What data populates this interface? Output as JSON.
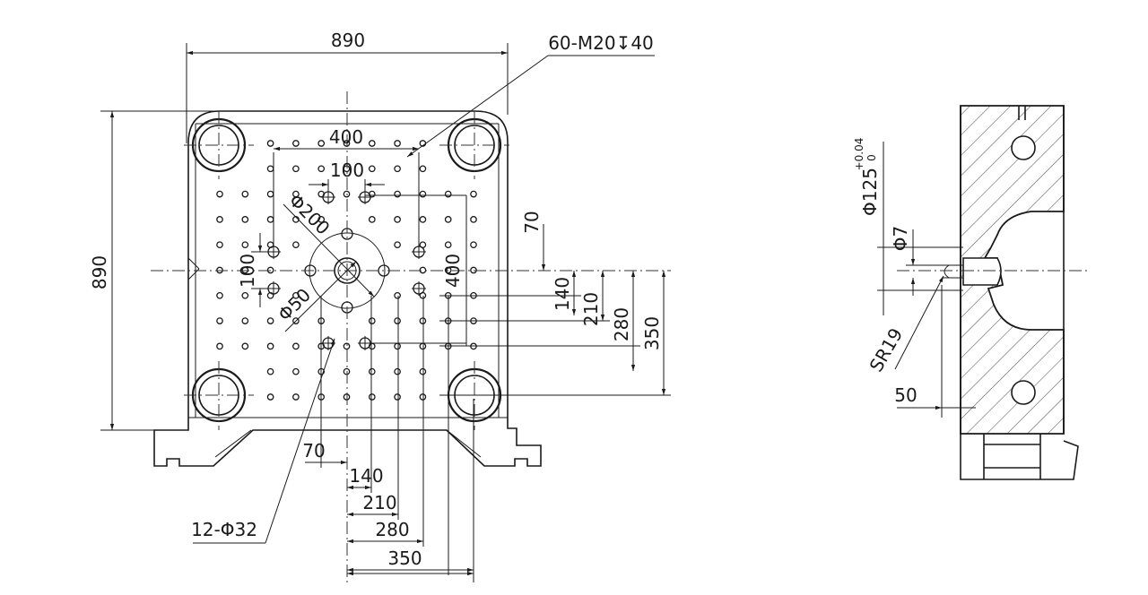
{
  "platen_front_view": {
    "overall_width": "890",
    "overall_height": "890",
    "thread_holes": "60-M20↧40",
    "locating_holes": "12-Φ32",
    "dims_horizontal_top": [
      "400",
      "100"
    ],
    "dims_vertical_left": "100",
    "dims_vertical_right": "400",
    "dia_ring": "Φ200",
    "dia_center": "Φ50",
    "dims_bottom": [
      "70",
      "140",
      "210",
      "280",
      "350"
    ],
    "dims_right": [
      "70",
      "140",
      "210",
      "280",
      "350"
    ]
  },
  "section_view": {
    "bore_dia": "Φ125",
    "bore_tol_upper": "+0.04",
    "bore_tol_lower": "0",
    "nozzle_hole": "Φ7",
    "sphere_radius": "SR19",
    "depth": "50"
  }
}
